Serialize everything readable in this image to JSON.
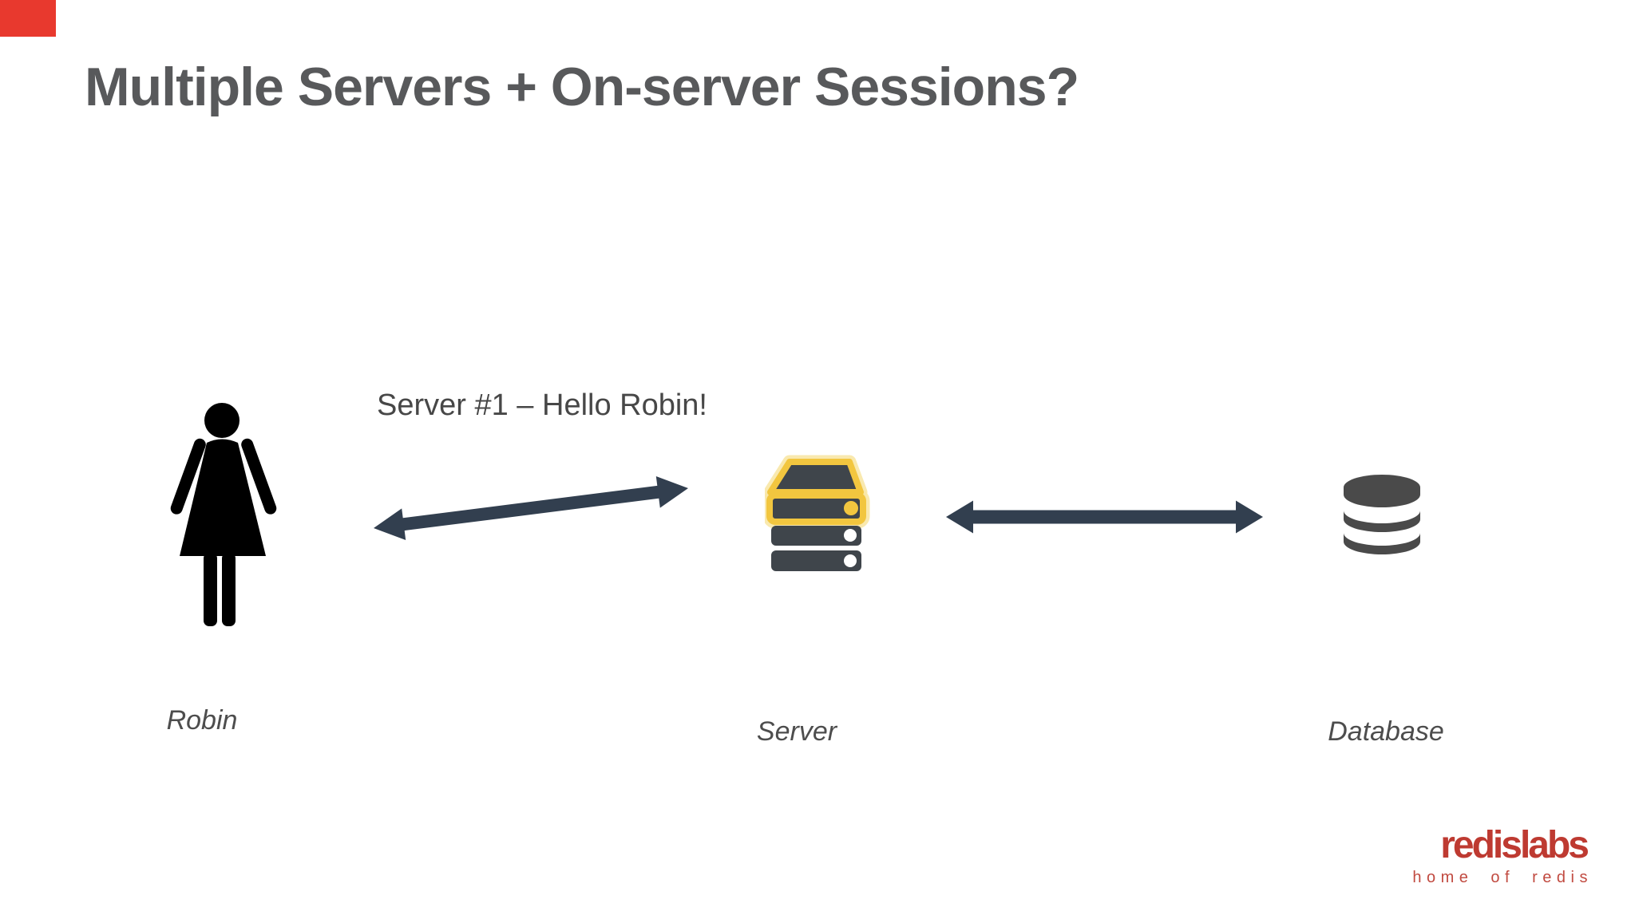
{
  "colors": {
    "background": "#FFFFFF",
    "title_text": "#58595B",
    "message_text": "#474747",
    "label_text": "#4D4D4D",
    "arrow": "#323F4F",
    "server_icon_body": "#3F454B",
    "database_icon": "#4A4A4A",
    "person_icon": "#000000",
    "highlight_yellow": "#F2C63F",
    "highlight_glow": "#F8E7A6",
    "brand_red": "#BE3A31",
    "corner_marker_red": "#E8392E"
  },
  "slide": {
    "title": "Multiple Servers + On-server Sessions?"
  },
  "diagram": {
    "message": "Server #1 – Hello Robin!",
    "nodes": [
      {
        "id": "robin",
        "label": "Robin",
        "icon": "person-icon"
      },
      {
        "id": "server",
        "label": "Server",
        "icon": "server-icon",
        "highlighted": true
      },
      {
        "id": "database",
        "label": "Database",
        "icon": "database-icon"
      }
    ],
    "connections": [
      {
        "from": "robin",
        "to": "server",
        "style": "double-arrow"
      },
      {
        "from": "server",
        "to": "database",
        "style": "double-arrow"
      }
    ]
  },
  "logo": {
    "brand": "redislabs",
    "tagline": "home of redis"
  }
}
